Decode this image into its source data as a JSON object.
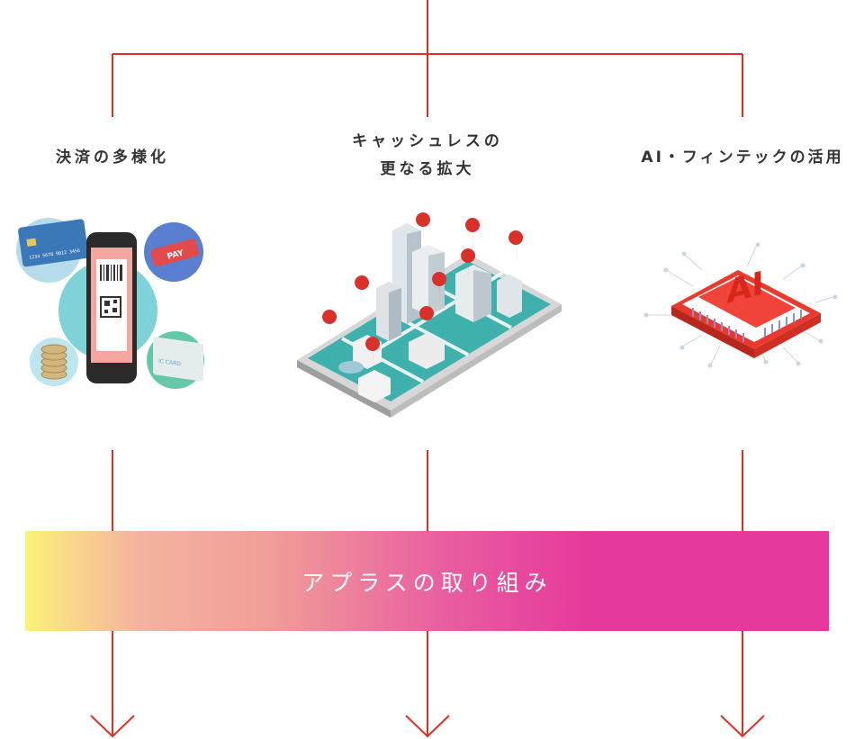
{
  "columns": [
    {
      "title_lines": [
        "決済の多様化"
      ],
      "icon": "payment-methods-icon",
      "card_text": "1234 5678 9012 3456",
      "pay_text": "PAY",
      "ic_text": "IC CARD"
    },
    {
      "title_lines": [
        "キャッシュレスの",
        "更なる拡大"
      ],
      "icon": "city-map-icon"
    },
    {
      "title_lines": [
        "AI・フィンテックの活用"
      ],
      "icon": "ai-chip-icon",
      "chip_text": "AI"
    }
  ],
  "banner": {
    "label": "アプラスの取り組み"
  },
  "colors": {
    "line": "#e03025",
    "banner_start": "#fdf27a",
    "banner_mid": "#f19f98",
    "banner_end": "#e6399b",
    "text": "#333333"
  }
}
